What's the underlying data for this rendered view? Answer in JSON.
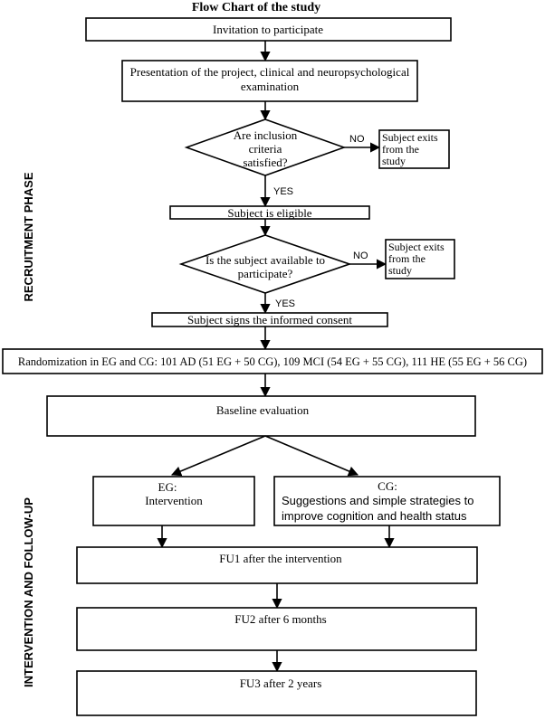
{
  "title": "Flow Chart of the study",
  "phases": {
    "recruitment": "RECRUITMENT PHASE",
    "intervention": "INTERVENTION AND FOLLOW-UP"
  },
  "steps": {
    "invitation": "Invitation to participate",
    "presentation_line1": "Presentation of the project, clinical and neuropsychological",
    "presentation_line2": "examination",
    "decision1_line1": "Are inclusion",
    "decision1_line2": "criteria",
    "decision1_line3": "satisfied?",
    "no1": "NO",
    "exit1_line1": "Subject exits",
    "exit1_line2": "from the",
    "exit1_line3": "study",
    "yes1": "YES",
    "eligible": "Subject is eligible",
    "decision2_line1": "Is the subject available to",
    "decision2_line2": "participate?",
    "no2": "NO",
    "exit2_line1": "Subject exits",
    "exit2_line2": "from the",
    "exit2_line3": "study",
    "yes2": "YES",
    "consent": "Subject signs the informed consent",
    "randomization": "Randomization in EG and CG: 101 AD (51 EG + 50 CG), 109 MCI (54 EG + 55 CG), 111 HE (55 EG + 56 CG)",
    "baseline": "Baseline evaluation",
    "eg_line1": "EG:",
    "eg_line2": "Intervention",
    "cg_line1": "CG:",
    "cg_line2": "Suggestions and simple strategies to",
    "cg_line3": "improve cognition and health status",
    "fu1": "FU1 after the intervention",
    "fu2": "FU2 after 6 months",
    "fu3": "FU3 after 2 years"
  }
}
